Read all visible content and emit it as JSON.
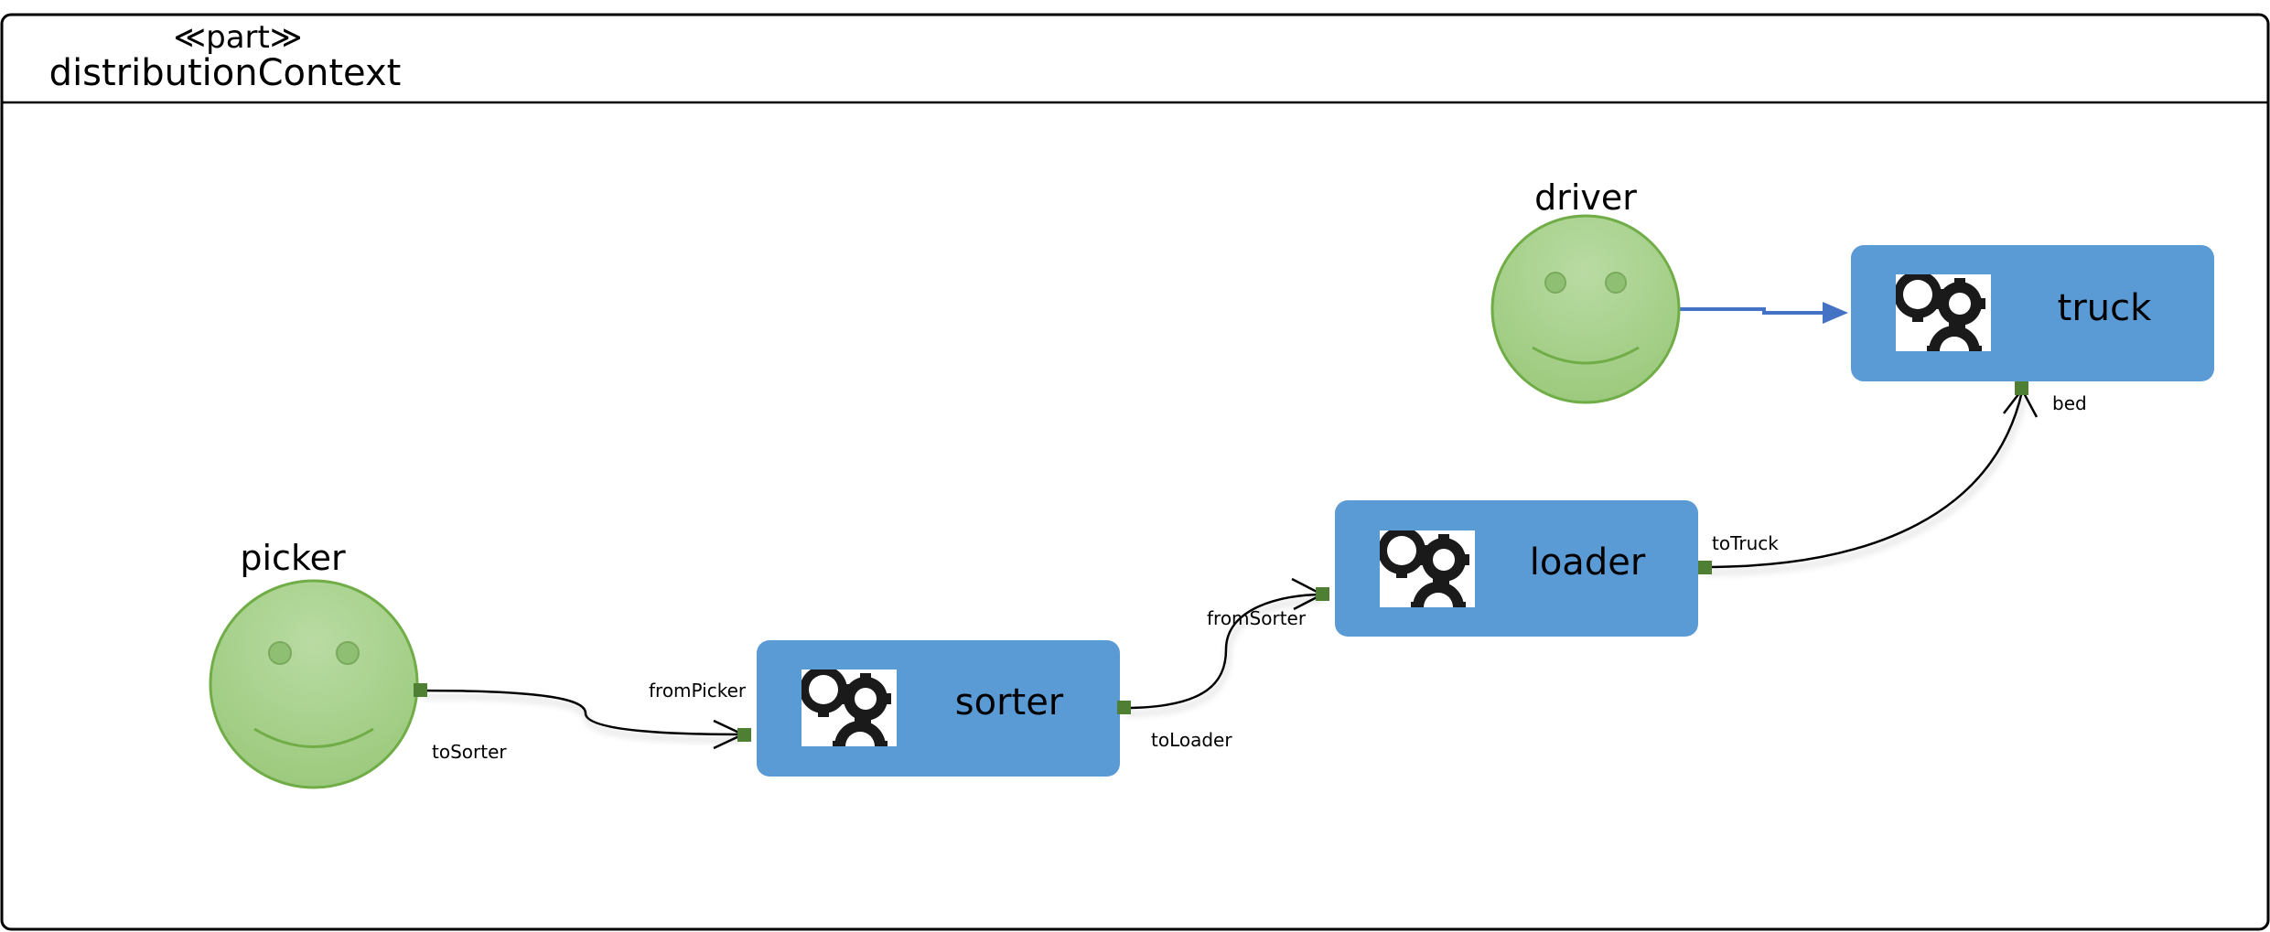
{
  "frame": {
    "stereotype": "≪part≫",
    "title": "distributionContext"
  },
  "colors": {
    "block_fill": "#5b9bd5",
    "actor_fill": "#a9d18e",
    "actor_stroke": "#70ad47",
    "port": "#4f7f32",
    "association": "#4472c4",
    "connector": "#000000"
  },
  "actors": [
    {
      "id": "picker",
      "label": "picker",
      "icon": "smiley-face-icon"
    },
    {
      "id": "driver",
      "label": "driver",
      "icon": "smiley-face-icon"
    }
  ],
  "blocks": [
    {
      "id": "sorter",
      "label": "sorter",
      "icon": "gears-icon"
    },
    {
      "id": "loader",
      "label": "loader",
      "icon": "gears-icon"
    },
    {
      "id": "truck",
      "label": "truck",
      "icon": "gears-icon"
    }
  ],
  "ports": {
    "toSorter": "toSorter",
    "fromPicker": "fromPicker",
    "toLoader": "toLoader",
    "fromSorter": "fromSorter",
    "toTruck": "toTruck",
    "bed": "bed"
  },
  "connectors": [
    {
      "from": "toSorter",
      "to": "fromPicker"
    },
    {
      "from": "toLoader",
      "to": "fromSorter"
    },
    {
      "from": "toTruck",
      "to": "bed"
    },
    {
      "from": "driver",
      "to": "truck",
      "kind": "association"
    }
  ]
}
